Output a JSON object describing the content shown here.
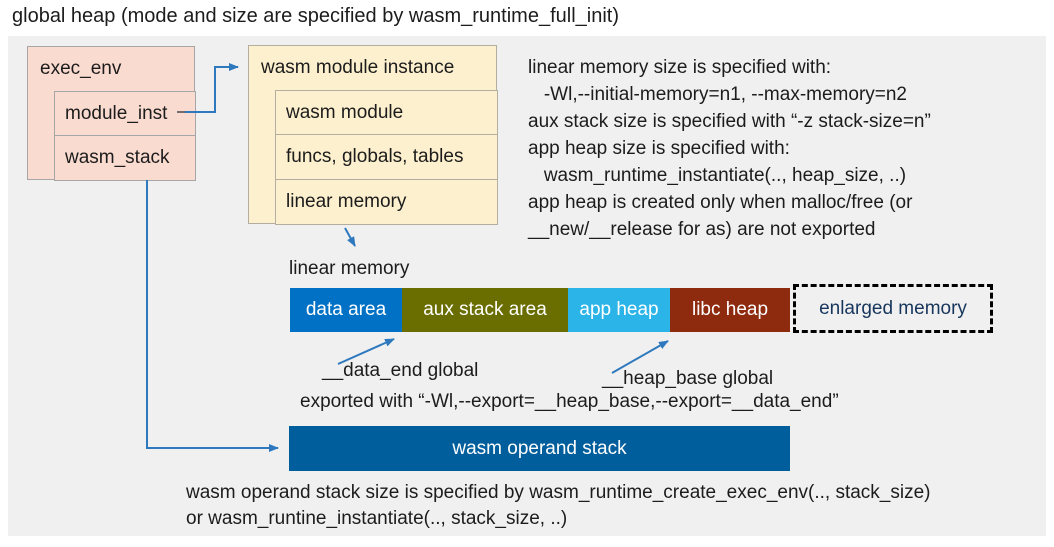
{
  "title": "global heap (mode and size are specified by wasm_runtime_full_init)",
  "exec_env": {
    "title": "exec_env",
    "rows": [
      "module_inst",
      "wasm_stack"
    ]
  },
  "module_instance": {
    "title": "wasm module instance",
    "rows": [
      "wasm module",
      "funcs, globals, tables",
      "linear memory"
    ]
  },
  "notes": {
    "lines": [
      "linear memory size is specified with:",
      "   -Wl,--initial-memory=n1, --max-memory=n2",
      "aux stack size is specified with “-z stack-size=n”",
      "app heap size is specified with:",
      "   wasm_runtime_instantiate(.., heap_size, ..)",
      "app heap is created only when malloc/free (or",
      "__new/__release for as) are not exported"
    ]
  },
  "linear_memory": {
    "label": "linear memory",
    "segments": [
      {
        "label": "data area",
        "color": "#0071C5"
      },
      {
        "label": "aux stack area",
        "color": "#6A6D00"
      },
      {
        "label": "app heap",
        "color": "#2BB4E8"
      },
      {
        "label": "libc heap",
        "color": "#8E2A0E"
      }
    ],
    "enlarged": {
      "label": "enlarged memory",
      "text_color": "#17365D"
    },
    "data_end_label": "__data_end global",
    "heap_base_label": "__heap_base global",
    "export_line": "exported with “-Wl,--export=__heap_base,--export=__data_end”"
  },
  "operand_stack": {
    "label": "wasm operand stack",
    "color": "#005E9C"
  },
  "footer": {
    "lines": [
      "wasm operand stack size is specified by wasm_runtime_create_exec_env(.., stack_size)",
      "or wasm_runtine_instantiate(.., stack_size, ..)"
    ]
  },
  "colors": {
    "panel_bg": "#F0F0F0",
    "exec_env_bg": "#FADBD0",
    "module_instance_bg": "#FDF0CE",
    "arrow_blue": "#2E79BD",
    "text": "#1C1C1C"
  }
}
